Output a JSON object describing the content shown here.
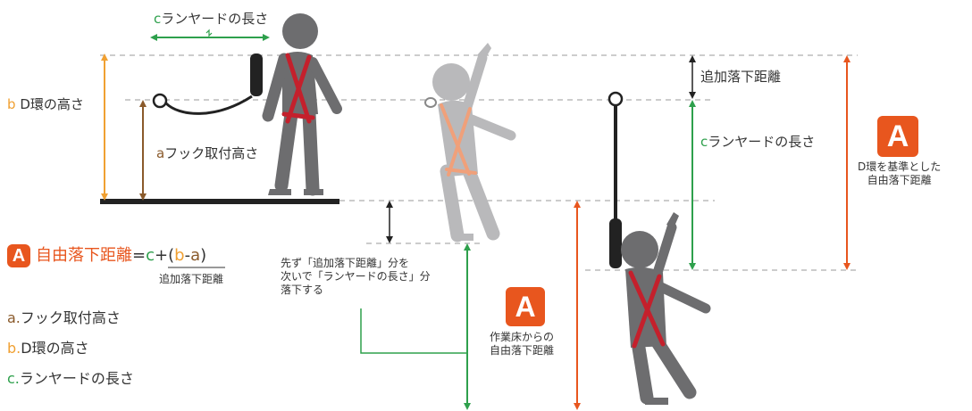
{
  "top": {
    "c_letter": "c",
    "lanyard_label": "ランヤードの長さ"
  },
  "left": {
    "b_letter": "b",
    "d_ring_label": "D環の高さ",
    "a_letter": "a",
    "hook_label": "フック取付高さ"
  },
  "formula": {
    "badge": "A",
    "lhs": "自由落下距離",
    "eq": "=",
    "c": "c",
    "plus": "+",
    "open": "(",
    "b": "b",
    "minus": "-",
    "a": "a",
    "close": ")",
    "underline_note": "追加落下距離"
  },
  "legend": [
    {
      "letter": "a.",
      "text": "フック取付高さ",
      "color": "#8a5a2b"
    },
    {
      "letter": "b.",
      "text": "D環の高さ",
      "color": "#f0a032"
    },
    {
      "letter": "c.",
      "text": "ランヤードの長さ",
      "color": "#2ea04c"
    }
  ],
  "middle": {
    "note": "先ず「追加落下距離」分を\n次いで「ランヤードの長さ」分\n落下する",
    "badge": "A",
    "badge_caption": "作業床からの\n自由落下距離"
  },
  "right": {
    "extra_fall": "追加落下距離",
    "c_letter": "c",
    "lanyard_label": "ランヤードの長さ",
    "badge": "A",
    "badge_caption": "D環を基準とした\n自由落下距離"
  },
  "colors": {
    "orange": "#f0a032",
    "green": "#2ea04c",
    "brown": "#8a5a2b",
    "red": "#e8561e",
    "harness": "#c4202c",
    "figure_dark": "#6d6d6f",
    "figure_light": "#b9b9bb",
    "black": "#222222"
  }
}
